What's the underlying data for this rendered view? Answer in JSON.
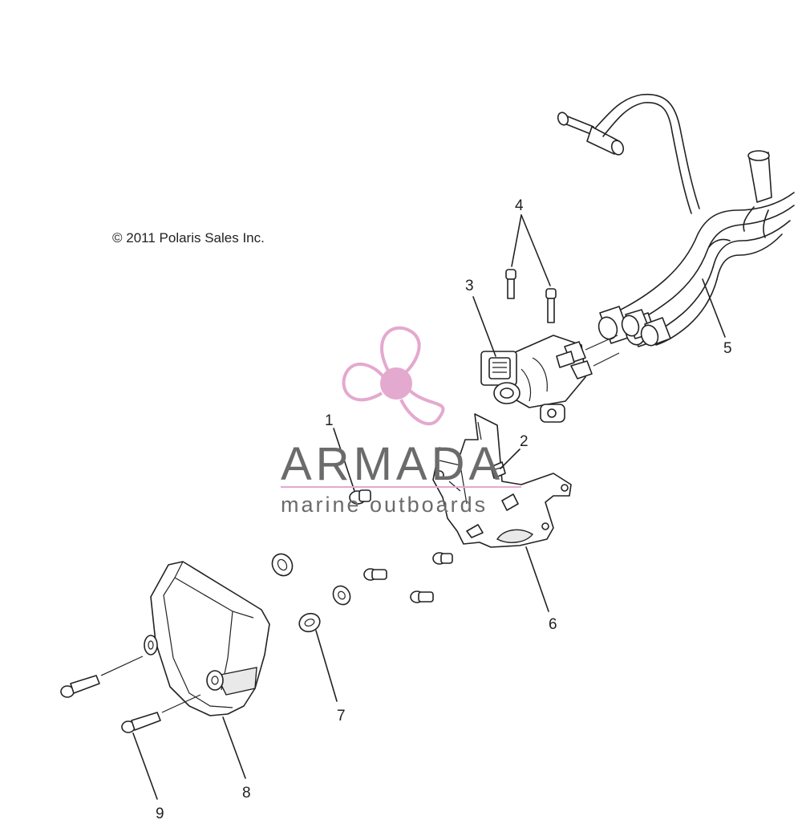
{
  "copyright": "© 2011 Polaris Sales Inc.",
  "watermark": {
    "title": "ARMADA",
    "subtitle": "marine outboards",
    "accent_color": "#e4a9cf",
    "text_color": "#6b6b6b"
  },
  "callouts": [
    "1",
    "2",
    "3",
    "4",
    "5",
    "6",
    "7",
    "8",
    "9"
  ],
  "colors": {
    "line": "#222222",
    "background": "#ffffff"
  }
}
